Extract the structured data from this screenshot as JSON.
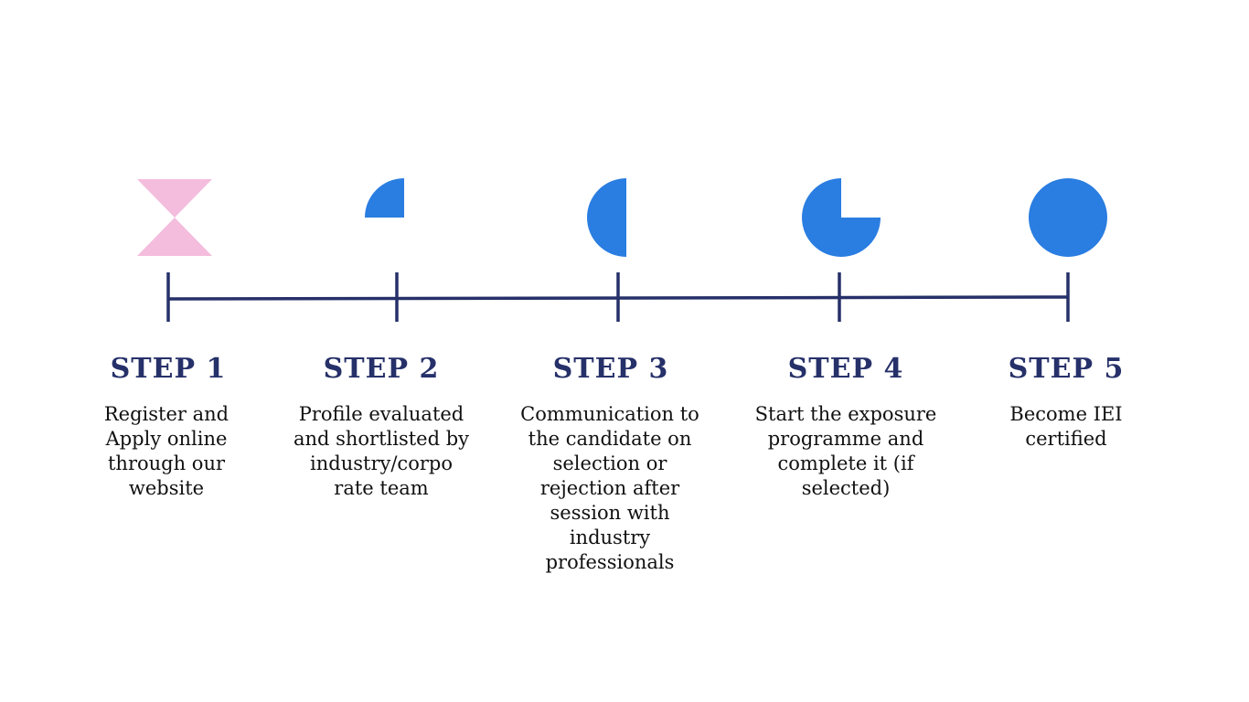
{
  "colors": {
    "navy": "#263069",
    "blue": "#2a7de1",
    "pink": "#f4bddd"
  },
  "steps": [
    {
      "title": "STEP 1",
      "description": "Register and Apply online through our website",
      "icon": "hourglass-icon",
      "progress": 0
    },
    {
      "title": "STEP 2",
      "description": "Profile evaluated and shortlisted by industry/corpo rate team",
      "icon": "quarter-circle-icon",
      "progress": 0.25
    },
    {
      "title": "STEP 3",
      "description": "Communication to the candidate on selection or rejection after session with industry professionals",
      "icon": "half-circle-icon",
      "progress": 0.5
    },
    {
      "title": "STEP 4",
      "description": "Start the exposure programme and complete it (if selected)",
      "icon": "three-quarter-circle-icon",
      "progress": 0.75
    },
    {
      "title": "STEP 5",
      "description": "Become IEI certified",
      "icon": "full-circle-icon",
      "progress": 1
    }
  ]
}
